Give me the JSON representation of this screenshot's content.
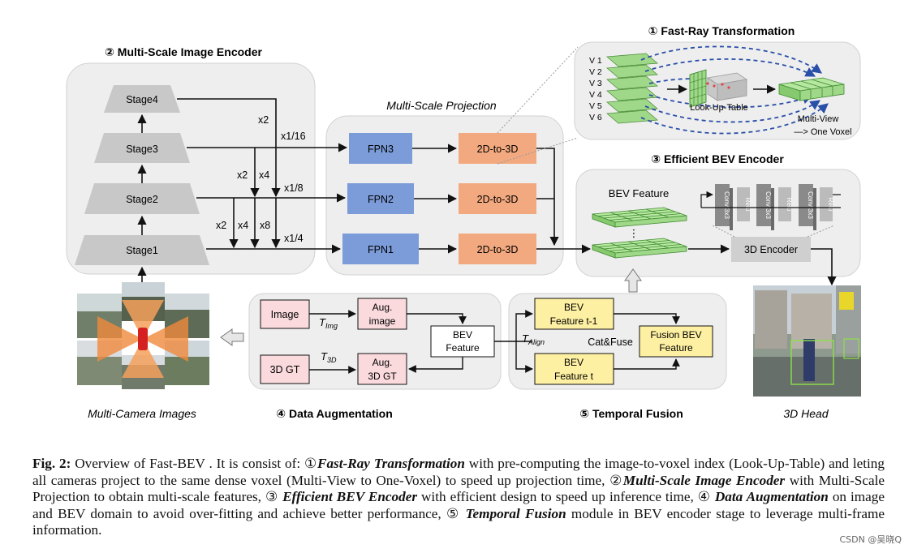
{
  "figure": {
    "section_titles": {
      "fast_ray": "① Fast-Ray Transformation",
      "encoder": "② Multi-Scale Image Encoder",
      "bev_encoder": "③ Efficient BEV  Encoder",
      "data_aug": "④ Data Augmentation",
      "temporal": "⑤ Temporal Fusion"
    },
    "multi_scale_projection": "Multi-Scale Projection",
    "stages": [
      "Stage4",
      "Stage3",
      "Stage2",
      "Stage1"
    ],
    "scale_labels": {
      "x2_top": "x2",
      "s16": "x1/16",
      "x2_mid": "x2",
      "x4_mid": "x4",
      "s8": "x1/8",
      "x2_low": "x2",
      "x4_low": "x4",
      "x8_low": "x8",
      "s4": "x1/4"
    },
    "fpn": [
      "FPN3",
      "FPN2",
      "FPN1"
    ],
    "to3d": "2D-to-3D",
    "views": [
      "V 1",
      "V 2",
      "V 3",
      "V 4",
      "V 5",
      "V 6"
    ],
    "lut_label": "Look-Up-Table",
    "multiview": "Multi-View",
    "onevoxel": "—> One Voxel",
    "bev_feature": "BEV Feature",
    "dots": "⋮",
    "conv_labels": [
      "Conv 3x3",
      "Relu",
      "Conv 3x3",
      "Relu",
      "Conv 3x3",
      "Relu"
    ],
    "encoder_3d": "3D Encoder",
    "aug": {
      "image": "Image",
      "aug_image": [
        "Aug.",
        "image"
      ],
      "gt": "3D GT",
      "aug_gt": [
        "Aug.",
        "3D GT"
      ],
      "t_img": "T",
      "t_img_sub": "Img",
      "t_3d": "T",
      "t_3d_sub": "3D",
      "bev_feature": [
        "BEV",
        "Feature"
      ]
    },
    "temporal": {
      "t_align": "T",
      "t_align_sub": "Align",
      "prev": [
        "BEV",
        "Feature t-1"
      ],
      "curr": [
        "BEV",
        "Feature t"
      ],
      "catfuse": "Cat&Fuse",
      "fusion": [
        "Fusion BEV",
        "Feature"
      ]
    },
    "bottom_labels": {
      "cameras": "Multi-Camera Images",
      "head": "3D Head"
    }
  },
  "caption": {
    "fig_label": "Fig. 2:",
    "s1": " Overview of Fast-BEV . It is consist of: ①",
    "b1": "Fast-Ray Transformation",
    "s2": " with pre-computing the image-to-voxel index (Look-Up-Table) and leting all cameras project to the same dense voxel (Multi-View to One-Voxel) to speed up projection time, ②",
    "b2": "Multi-Scale Image Encoder",
    "s3": " with Multi-Scale Projection to obtain multi-scale features, ③ ",
    "b3": "Efficient BEV Encoder",
    "s4": " with efficient design to speed up inference time, ④ ",
    "b4": "Data Augmentation",
    "s5": " on image and BEV domain to avoid over-fitting and achieve better performance, ⑤ ",
    "b5": "Temporal Fusion",
    "s6": " module in BEV encoder stage to leverage multi-frame information."
  },
  "watermark": "CSDN @吴晓Q",
  "colors": {
    "fpn": "#7b9bd9",
    "to3d": "#f3a97f",
    "pink": "#fadadd",
    "yellow": "#fdf0a2",
    "green": "#9fd889",
    "panel": "#eeeeee",
    "arrow_blue": "#2a4fa8"
  }
}
